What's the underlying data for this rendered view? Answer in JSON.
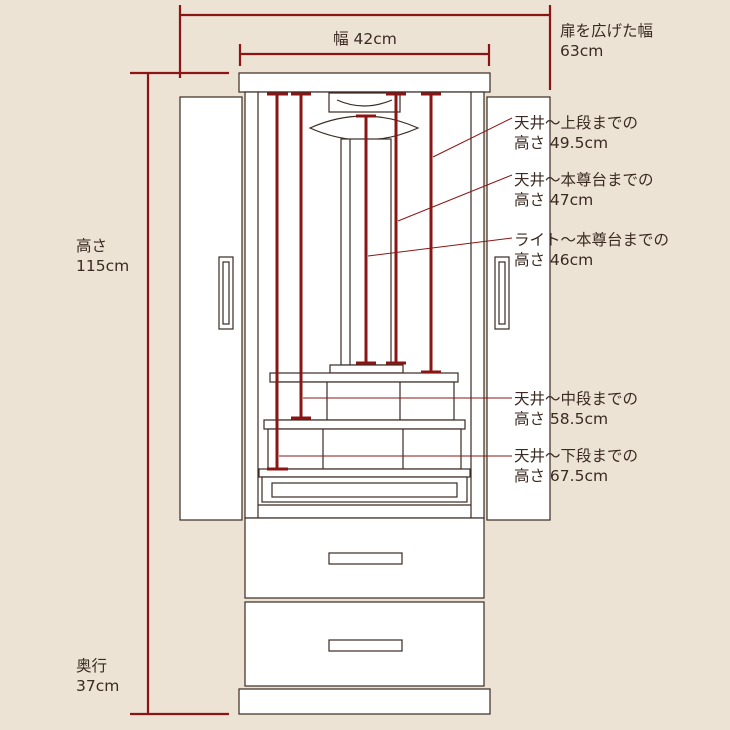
{
  "colors": {
    "background": "#ece3d4",
    "dimension_line": "#8b1515",
    "outline": "#3a2a22",
    "cabinet_fill": "#ffffff",
    "text": "#3a2a22"
  },
  "dimensions": {
    "width": "幅 42cm",
    "open_width": {
      "line1": "扉を広げた幅",
      "line2": "63cm"
    },
    "height": {
      "line1": "高さ",
      "line2": "115cm"
    },
    "depth": {
      "line1": "奥行",
      "line2": "37cm"
    }
  },
  "inner_heights": [
    {
      "line1": "天井～上段までの",
      "line2": "高さ 49.5cm"
    },
    {
      "line1": "天井～本尊台までの",
      "line2": "高さ 47cm"
    },
    {
      "line1": "ライト～本尊台までの",
      "line2": "高さ 46cm"
    },
    {
      "line1": "天井～中段までの",
      "line2": "高さ 58.5cm"
    },
    {
      "line1": "天井～下段までの",
      "line2": "高さ 67.5cm"
    }
  ]
}
